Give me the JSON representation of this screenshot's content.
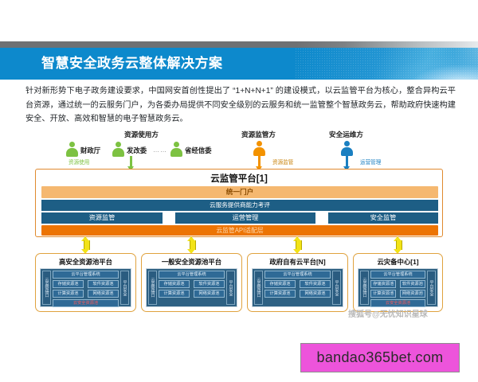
{
  "banner": {
    "title": "智慧安全政务云整体解决方案"
  },
  "intro": {
    "paragraph": "针对新形势下电子政务建设要求，中国网安首创性提出了 “1+N+N+1” 的建设模式，以云监管平台为核心，整合异构云平台资源，通过统一的云服务门户，为各委办局提供不同安全级别的云服务和统一监管整个智慧政务云，帮助政府快速构建安全、开放、高效和智慧的电子智慧政务云。"
  },
  "actors": {
    "consumer": {
      "title": "资源使用方",
      "members": [
        "财政厅",
        "发改委",
        "省经信委"
      ],
      "ellipsis": "……",
      "flow_label": "资源使用",
      "color": "#7dc242"
    },
    "regulator": {
      "title": "资源监管方",
      "flow_label": "资源监管",
      "color": "#f39200"
    },
    "operator": {
      "title": "安全运维方",
      "flow_label": "运营管理",
      "color": "#1a7fc1"
    }
  },
  "platform": {
    "title": "云监管平台[1]",
    "portal": "统一门户",
    "evaluation": "云服务提供商能力考评",
    "columns": [
      "资源监管",
      "运营管理",
      "安全监管"
    ],
    "api_layer": "云监管API适配层"
  },
  "pools": [
    {
      "title": "高安全资源池平台",
      "left_label": "云监管接口",
      "right_label": "平台安全",
      "top_bar": "云平台管理系统",
      "cells": [
        "存储资源池",
        "软件资源池",
        "计算资源池",
        "网络资源池"
      ],
      "red_bar": "云安全资源池"
    },
    {
      "title": "一般安全资源池平台",
      "left_label": "云监管接口",
      "right_label": "平台安全",
      "top_bar": "云平台管理系统",
      "cells": [
        "存储资源池",
        "软件资源池",
        "计算资源池",
        "网络资源池"
      ],
      "red_bar": ""
    },
    {
      "title": "政府自有云平台[N]",
      "left_label": "云监管接口",
      "right_label": "平台安全",
      "top_bar": "云平台管理系统",
      "cells": [
        "存储资源池",
        "软件资源池",
        "计算资源池",
        "网络资源池"
      ],
      "red_bar": ""
    },
    {
      "title": "云灾备中心[1]",
      "left_label": "云监管接口",
      "right_label": "平台安全",
      "top_bar": "云平台管理系统",
      "cells": [
        "存储资源池",
        "软件资源池",
        "计算资源池",
        "网络资源池"
      ],
      "red_bar": "云安全资源池"
    }
  ],
  "watermark": {
    "text": "搜狐号@无忧知识星球"
  },
  "ad": {
    "text": "bandao365bet.com",
    "background": "#ed54db"
  },
  "colors": {
    "banner_blue": "#0d89cc",
    "orange_border": "#e08a2e",
    "api_orange": "#ec7404",
    "portal_orange": "#f5b870",
    "panel_blue": "#1d5e85",
    "arrow_yellow": "#f2e317"
  }
}
